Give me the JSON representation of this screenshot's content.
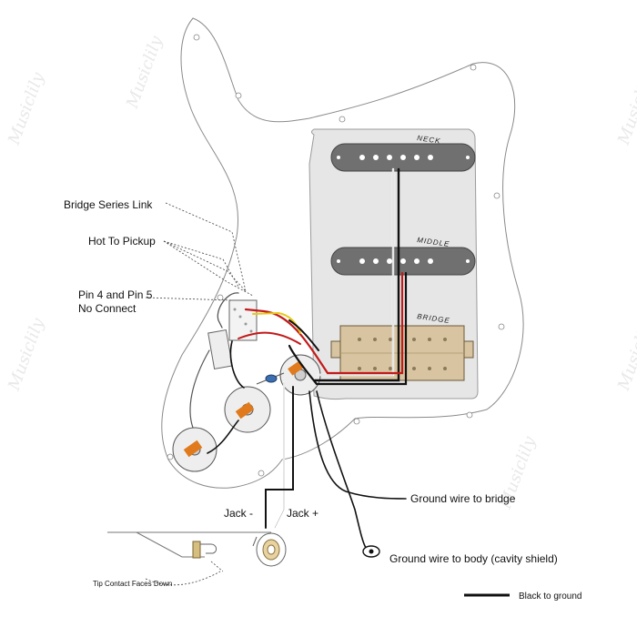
{
  "pickups": {
    "neck": "NECK",
    "middle": "MIDDLE",
    "bridge": "BRIDGE"
  },
  "callouts": {
    "bridge_series_link": "Bridge Series Link",
    "hot_to_pickup": "Hot To Pickup",
    "pin_no_connect_line1": "Pin 4 and Pin 5",
    "pin_no_connect_line2": "No Connect",
    "jack_minus": "Jack -",
    "jack_plus": "Jack +",
    "ground_to_bridge": "Ground wire to bridge",
    "ground_to_body": "Ground wire to body (cavity shield)",
    "tip_contact": "Tip Contact Faces Down"
  },
  "legend": {
    "black_to_ground": "Black to ground"
  },
  "watermark": "Musiclily",
  "colors": {
    "pickguard": "#ffffff",
    "shield": "#e6e6e6",
    "pickup_cover": "#707070",
    "humbucker": "#d8c4a0",
    "wire_red": "#c21a1a",
    "wire_black": "#111111",
    "wire_yellow": "#e8c81a",
    "pot_label": "#e07a1c"
  }
}
